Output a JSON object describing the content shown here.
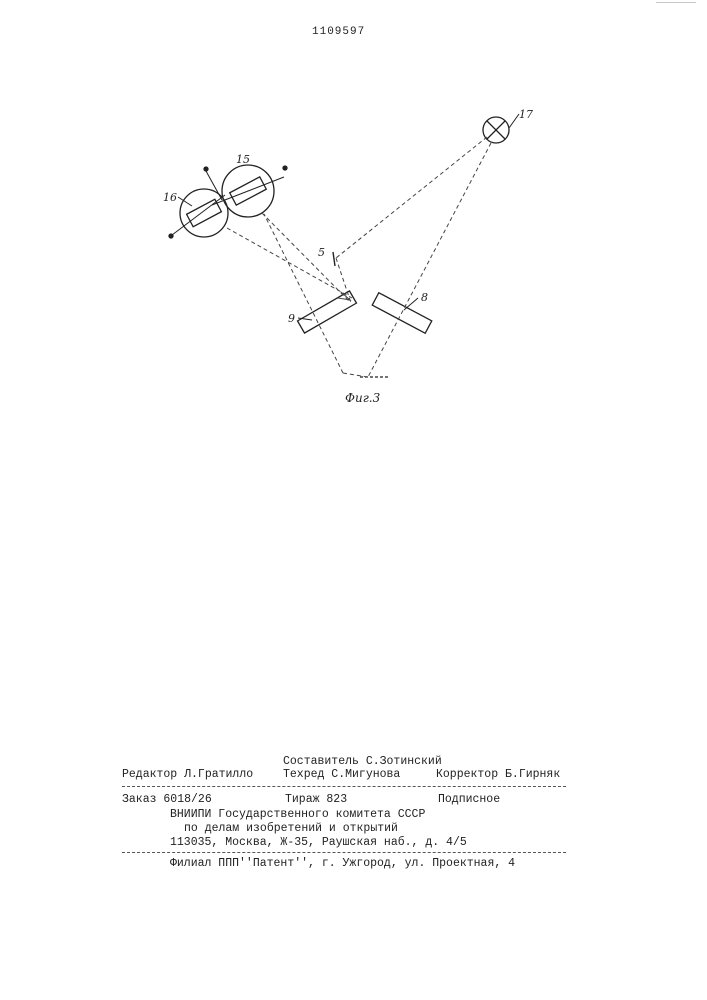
{
  "page": {
    "number": "1109597"
  },
  "figure": {
    "caption": "Фиг.3",
    "labels": {
      "lamp": "17",
      "element_15": "15",
      "element_16": "16",
      "element_5": "5",
      "element_9": "9",
      "element_8": "8"
    }
  },
  "colophon": {
    "compiler": "Составитель С.Зотинский",
    "editor": "Редактор Л.Гратилло",
    "tech_editor": "Техред С.Мигунова",
    "corrector": "Корректор Б.Гирняк",
    "order": "Заказ 6018/26",
    "circulation": "Тираж 823",
    "subscription": "Подписное",
    "org_line_1": "ВНИИПИ Государственного комитета СССР",
    "org_line_2": "по делам изобретений и открытий",
    "address": "113035, Москва, Ж-35, Раушская наб., д. 4/5",
    "branch": "Филиал ППП''Патент'', г. Ужгород, ул. Проектная, 4"
  }
}
